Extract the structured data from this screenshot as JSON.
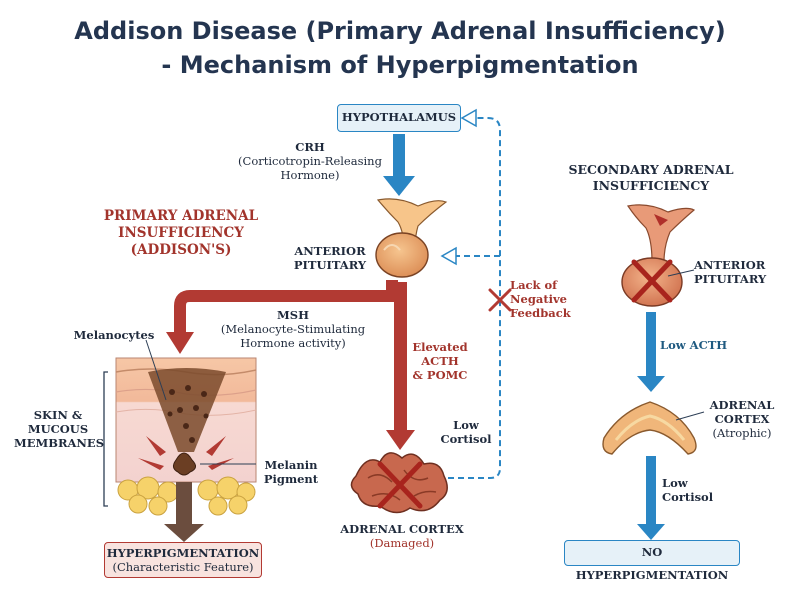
{
  "title": {
    "line1": "Addison Disease (Primary Adrenal Insufficiency)",
    "line2": "- Mechanism of Hyperpigmentation"
  },
  "center": {
    "hypothalamus": "HYPOTHALAMUS",
    "crh_1": "CRH",
    "crh_2": "(Corticotropin-Releasing",
    "crh_3": "Hormone)",
    "pituitary_1": "ANTERIOR",
    "pituitary_2": "PITUITARY",
    "msh_1": "MSH",
    "msh_2": "(Melanocyte-Stimulating",
    "msh_3": "Hormone activity)",
    "acth_1": "Elevated",
    "acth_2": "ACTH",
    "acth_3": "& POMC",
    "low_cortisol_1": "Low",
    "low_cortisol_2": "Cortisol",
    "feedback_1": "Lack of",
    "feedback_2": "Negative",
    "feedback_3": "Feedback",
    "adrenal_1": "ADRENAL CORTEX",
    "adrenal_2": "(Damaged)"
  },
  "primary": {
    "heading_1": "PRIMARY ADRENAL",
    "heading_2": "INSUFFICIENCY",
    "heading_3": "(ADDISON'S)",
    "melanocytes": "Melanocytes",
    "skin_1": "SKIN &",
    "skin_2": "MUCOUS",
    "skin_3": "MEMBRANES",
    "melanin_1": "Melanin",
    "melanin_2": "Pigment",
    "result_1": "HYPERPIGMENTATION",
    "result_2": "(Characteristic Feature)"
  },
  "secondary": {
    "heading_1": "SECONDARY ADRENAL",
    "heading_2": "INSUFFICIENCY",
    "pituitary_1": "ANTERIOR",
    "pituitary_2": "PITUITARY",
    "low_acth": "Low ACTH",
    "adrenal_1": "ADRENAL",
    "adrenal_2": "CORTEX",
    "adrenal_3": "(Atrophic)",
    "low_cortisol_1": "Low",
    "low_cortisol_2": "Cortisol",
    "result": "NO HYPERPIGMENTATION"
  },
  "colors": {
    "blue_arrow": "#2a86c4",
    "red_arrow": "#b23a33",
    "dark_text": "#1f2a3c",
    "box_fill_blue": "#e6f1f8",
    "box_fill_pink": "#f8e3df"
  }
}
